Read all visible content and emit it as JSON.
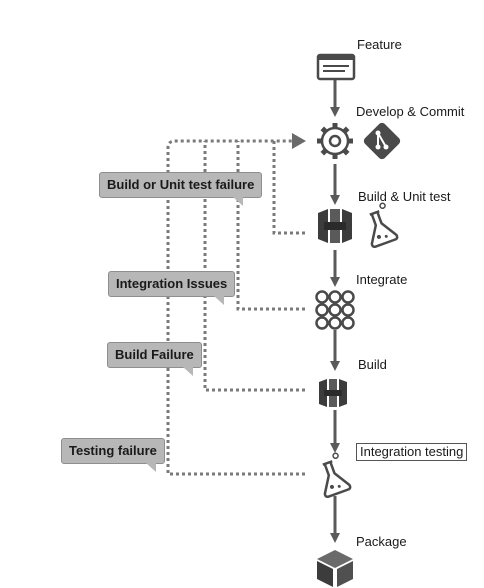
{
  "steps": {
    "feature": "Feature",
    "develop": "Develop & Commit",
    "build_unit": "Build & Unit test",
    "integrate": "Integrate",
    "build": "Build",
    "integration_testing": "Integration testing",
    "package": "Package"
  },
  "failures": {
    "build_unit": "Build or Unit test failure",
    "integration": "Integration Issues",
    "build": "Build Failure",
    "testing": "Testing failure"
  },
  "colors": {
    "icon": "#4a4a4a",
    "arrow": "#5a5a5a",
    "loop": "#7a7a7a",
    "callout_fill": "#b7b7b7"
  }
}
